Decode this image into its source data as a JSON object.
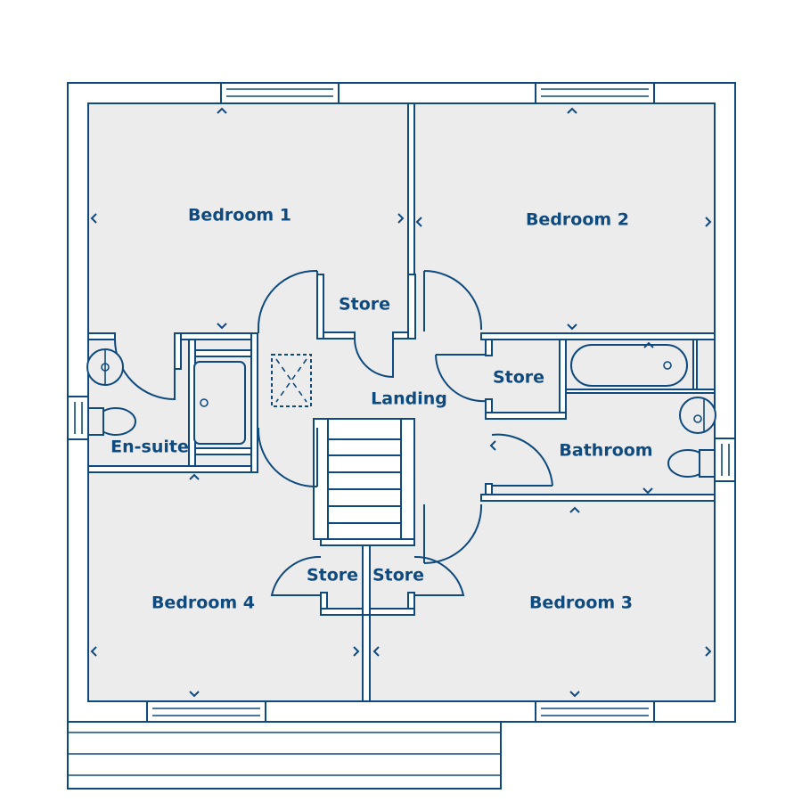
{
  "plan": {
    "title": "First floor plan",
    "colors": {
      "line": "#0f4a7f",
      "room_fill": "#ececec",
      "wall_fill": "#ffffff"
    },
    "rooms": {
      "bedroom1": "Bedroom 1",
      "bedroom2": "Bedroom 2",
      "bedroom3": "Bedroom 3",
      "bedroom4": "Bedroom 4",
      "ensuite": "En-suite",
      "bathroom": "Bathroom",
      "landing": "Landing",
      "store_top": "Store",
      "store_right": "Store",
      "store_bottom_left": "Store",
      "store_bottom_right": "Store"
    }
  }
}
